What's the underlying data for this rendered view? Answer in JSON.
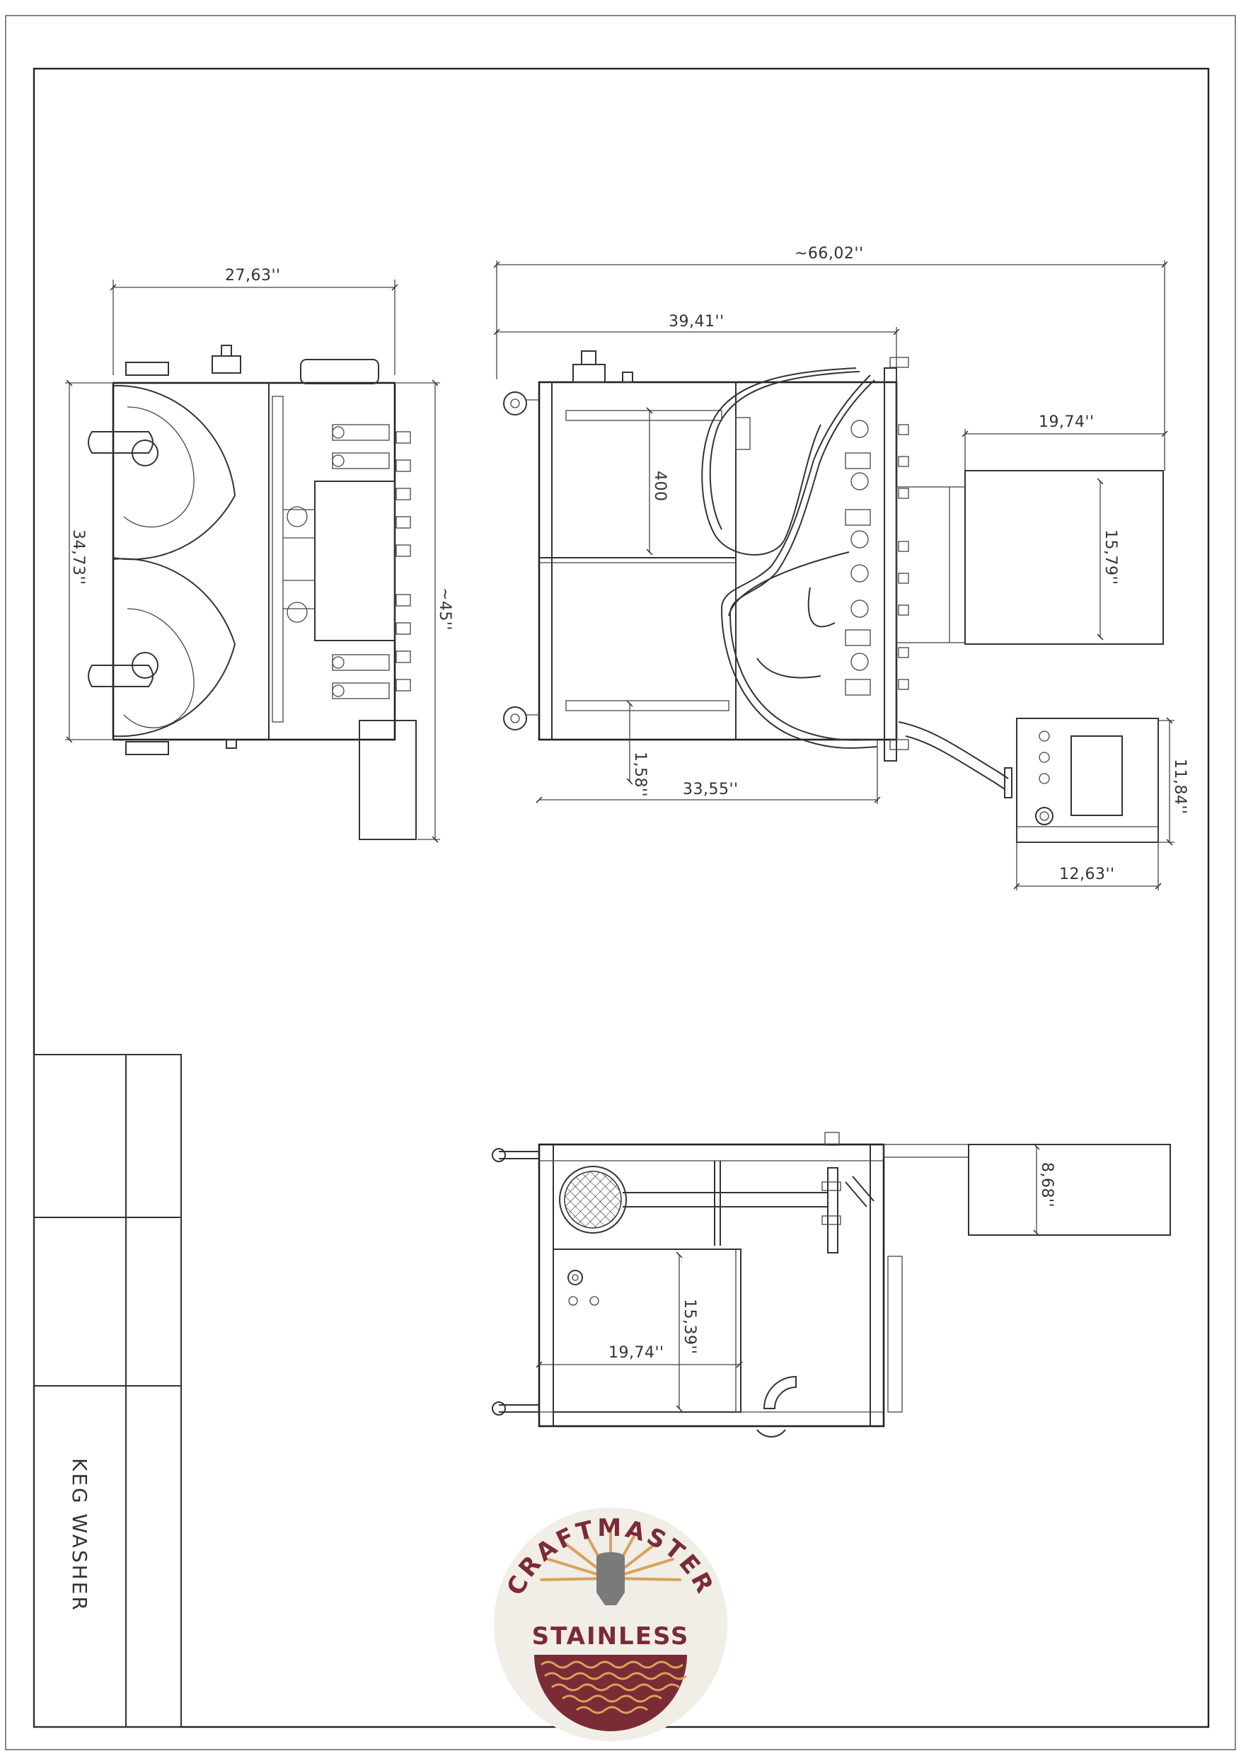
{
  "title_block": {
    "label": "KEG WASHER"
  },
  "logo": {
    "top_text": "CRAFTMASTER",
    "bottom_text": "STAINLESS",
    "colors": {
      "maroon": "#7a2b36",
      "orange": "#d8a25a",
      "gray": "#7a7a7a",
      "circle": "#f1ede7"
    }
  },
  "dimensions": {
    "side_width": "27,63''",
    "side_height": "34,73''",
    "side_depth": "~45''",
    "total_length": "~66,02''",
    "frame_length": "39,41''",
    "inner_height": "400",
    "extension": "19,74''",
    "panel_height": "15,79''",
    "caster": "1,58''",
    "frame_width": "33,55''",
    "control_height": "11,84''",
    "control_width": "12,63''",
    "top_height": "15,39''",
    "top_width": "19,74''",
    "shelf_depth": "8,68''"
  }
}
